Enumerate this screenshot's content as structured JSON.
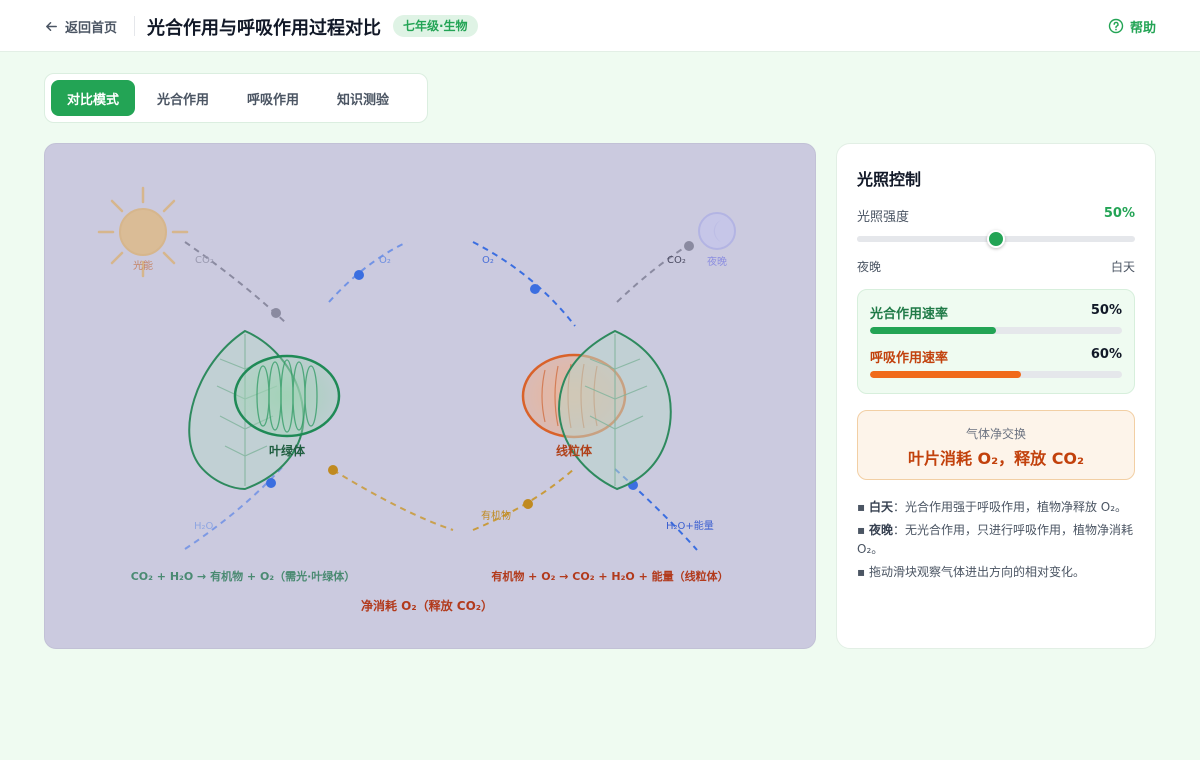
{
  "header": {
    "back_label": "返回首页",
    "title": "光合作用与呼吸作用过程对比",
    "badge": "七年级·生物",
    "help_label": "帮助"
  },
  "tabs": [
    {
      "label": "对比模式",
      "active": true
    },
    {
      "label": "光合作用",
      "active": false
    },
    {
      "label": "呼吸作用",
      "active": false
    },
    {
      "label": "知识测验",
      "active": false
    }
  ],
  "diagram": {
    "sun_label": "光能",
    "moon_label": "夜晚",
    "chloroplast_label": "叶绿体",
    "mitochondria_label": "线粒体",
    "left_flows": {
      "co2": "CO₂",
      "o2": "O₂",
      "h2o": "H₂O"
    },
    "right_flows": {
      "o2": "O₂",
      "co2": "CO₂",
      "organic": "有机物",
      "h2o_energy": "H₂O+能量"
    },
    "photosynthesis_equation": "CO₂ + H₂O → 有机物 + O₂（需光·叶绿体）",
    "respiration_equation": "有机物 + O₂ → CO₂ + H₂O + 能量（线粒体）",
    "net_result": "净消耗 O₂（释放 CO₂）"
  },
  "panel": {
    "title": "光照控制",
    "light_label": "光照强度",
    "light_value_text": "50%",
    "light_level": 0.5,
    "range_min": "夜晚",
    "range_max": "白天",
    "photosynthesis_rate_label": "光合作用速率",
    "photosynthesis_rate_text": "50%",
    "photosynthesis_rate": 0.5,
    "respiration_rate_label": "呼吸作用速率",
    "respiration_rate_text": "60%",
    "respiration_rate": 0.6,
    "exchange_label": "气体净交换",
    "exchange_value": "叶片消耗 O₂，释放 CO₂",
    "notes": [
      {
        "term": "白天",
        "text": "：光合作用强于呼吸作用，植物净释放 O₂。"
      },
      {
        "term": "夜晚",
        "text": "：无光合作用，只进行呼吸作用，植物净消耗 O₂。"
      },
      {
        "term": "",
        "text": "拖动滑块观察气体进出方向的相对变化。"
      }
    ]
  },
  "colors": {
    "accent": "#23a455",
    "respiration": "#f06a1a",
    "stage_bg": "#cbcadf",
    "flow_blue": "#3b6ee0",
    "flow_gray": "#8a8aa0",
    "flow_gold": "#c9962a"
  }
}
